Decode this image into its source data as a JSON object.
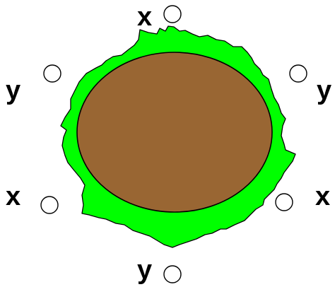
{
  "colors": {
    "background": "#ffffff",
    "green_outline": "#00ff00",
    "brown_core": "#996633",
    "stroke": "#000000",
    "option_fill": "#ffffff"
  },
  "positions": {
    "top": {
      "label": "x"
    },
    "upper_left": {
      "label": "y"
    },
    "upper_right": {
      "label": "y"
    },
    "lower_left": {
      "label": "x"
    },
    "lower_right": {
      "label": "x"
    },
    "bottom": {
      "label": "y"
    }
  },
  "icons": {
    "option": "radio-circle-icon",
    "shape": "irregular-outline-with-ellipse"
  }
}
